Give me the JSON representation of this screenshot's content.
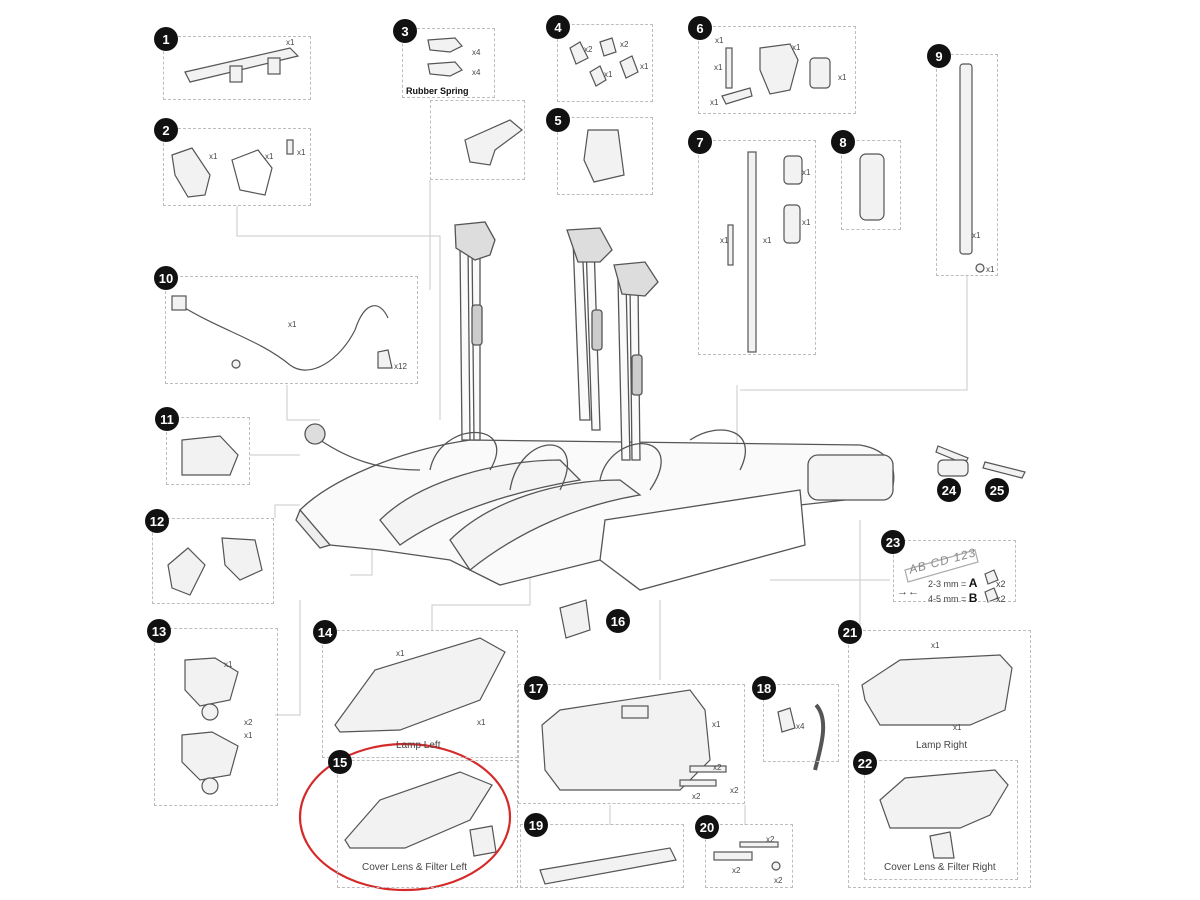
{
  "parts": [
    {
      "num": "1",
      "qty": [
        "x1"
      ]
    },
    {
      "num": "2",
      "qty": [
        "x1",
        "x1",
        "x1"
      ]
    },
    {
      "num": "3",
      "qty": [
        "x4",
        "x4"
      ],
      "label": "Rubber Spring"
    },
    {
      "num": "4",
      "qty": [
        "x2",
        "x2",
        "x1",
        "x1"
      ]
    },
    {
      "num": "5",
      "qty": []
    },
    {
      "num": "6",
      "qty": [
        "x1",
        "x1",
        "x1",
        "x1",
        "x1"
      ]
    },
    {
      "num": "7",
      "qty": [
        "x1",
        "x1",
        "x1",
        "x1"
      ]
    },
    {
      "num": "8",
      "qty": []
    },
    {
      "num": "9",
      "qty": [
        "x1",
        "x1"
      ]
    },
    {
      "num": "10",
      "qty": [
        "x1",
        "x12"
      ]
    },
    {
      "num": "11",
      "qty": []
    },
    {
      "num": "12",
      "qty": []
    },
    {
      "num": "13",
      "qty": [
        "x1",
        "x2",
        "x1"
      ]
    },
    {
      "num": "14",
      "qty": [
        "x1",
        "x1"
      ],
      "label": "Lamp Left"
    },
    {
      "num": "15",
      "qty": [],
      "label": "Cover Lens & Filter Left"
    },
    {
      "num": "16",
      "qty": []
    },
    {
      "num": "17",
      "qty": [
        "x1",
        "x2",
        "x2",
        "x2"
      ]
    },
    {
      "num": "18",
      "qty": [
        "x4"
      ]
    },
    {
      "num": "19",
      "qty": []
    },
    {
      "num": "20",
      "qty": [
        "x2",
        "x2",
        "x2"
      ]
    },
    {
      "num": "21",
      "qty": [
        "x1",
        "x1"
      ],
      "label": "Lamp Right"
    },
    {
      "num": "22",
      "qty": [],
      "label": "Cover Lens & Filter Right"
    },
    {
      "num": "23",
      "plate": "AB CD 123",
      "spec": [
        {
          "range": "2-3 mm =",
          "letter": "A",
          "qty": "x2"
        },
        {
          "range": "4-5 mm =",
          "letter": "B",
          "qty": "x2"
        }
      ]
    },
    {
      "num": "24",
      "qty": []
    },
    {
      "num": "25",
      "qty": []
    }
  ],
  "highlight": {
    "part": "15",
    "color": "#d42a2a"
  }
}
